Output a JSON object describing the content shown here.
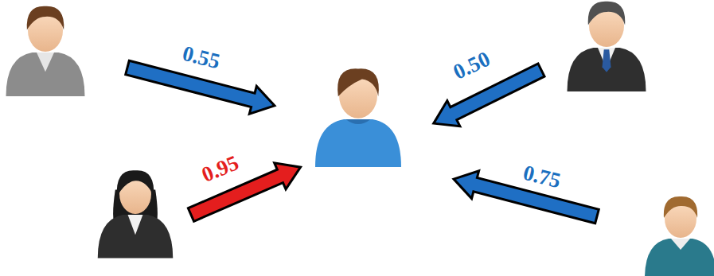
{
  "diagram": {
    "labels": [
      "0.55",
      "0.50",
      "0.95",
      "0.75"
    ]
  }
}
